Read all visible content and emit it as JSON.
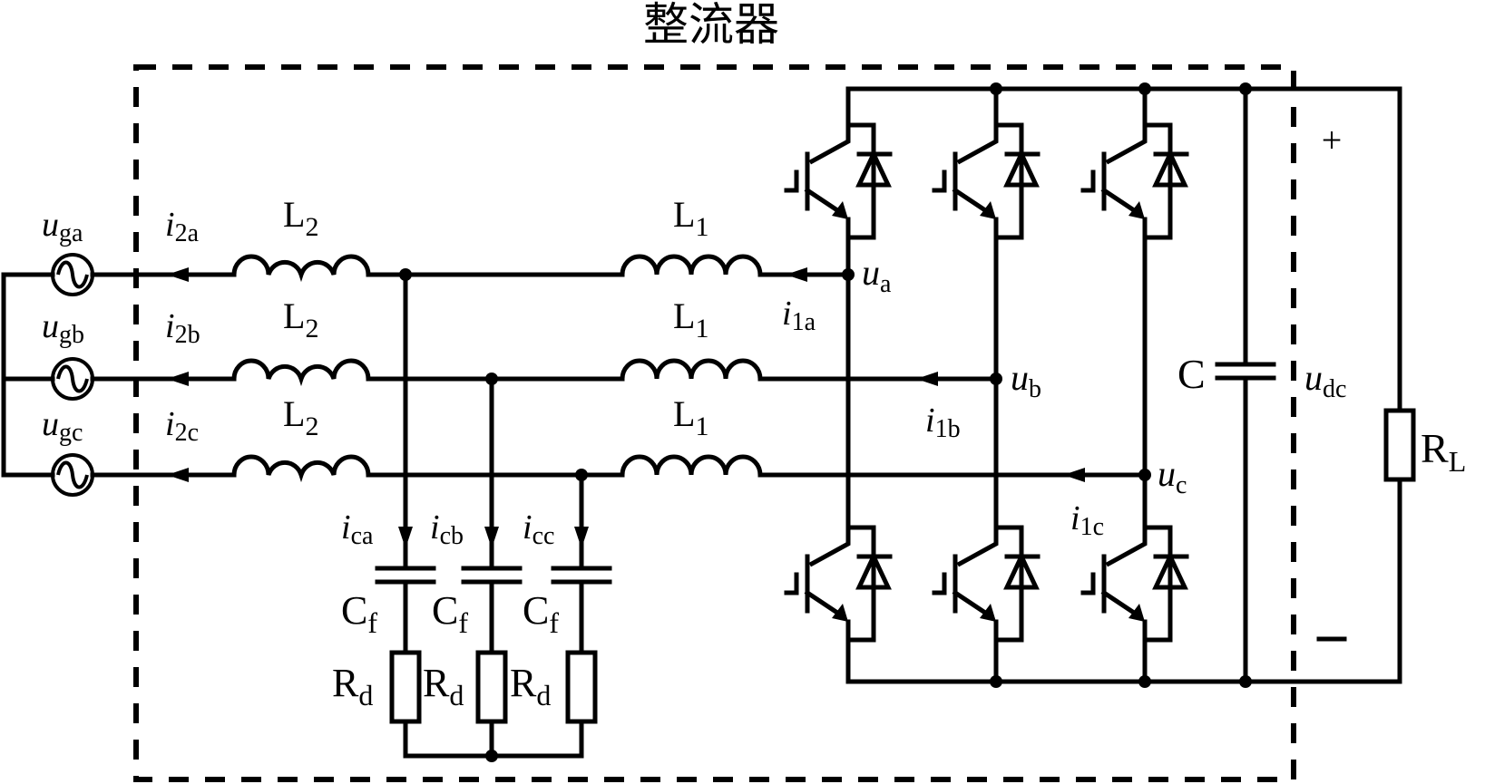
{
  "title": "整流器",
  "sources": [
    {
      "name": "u",
      "sub": "ga"
    },
    {
      "name": "u",
      "sub": "gb"
    },
    {
      "name": "u",
      "sub": "gc"
    }
  ],
  "grid_currents": [
    {
      "name": "i",
      "sub": "2a"
    },
    {
      "name": "i",
      "sub": "2b"
    },
    {
      "name": "i",
      "sub": "2c"
    }
  ],
  "grid_inductors": [
    {
      "name": "L",
      "sub": "2"
    },
    {
      "name": "L",
      "sub": "2"
    },
    {
      "name": "L",
      "sub": "2"
    }
  ],
  "converter_inductors": [
    {
      "name": "L",
      "sub": "1"
    },
    {
      "name": "L",
      "sub": "1"
    },
    {
      "name": "L",
      "sub": "1"
    }
  ],
  "converter_currents": [
    {
      "name": "i",
      "sub": "1a"
    },
    {
      "name": "i",
      "sub": "1b"
    },
    {
      "name": "i",
      "sub": "1c"
    }
  ],
  "bridge_voltages": [
    {
      "name": "u",
      "sub": "a"
    },
    {
      "name": "u",
      "sub": "b"
    },
    {
      "name": "u",
      "sub": "c"
    }
  ],
  "filter_currents": [
    {
      "name": "i",
      "sub": "ca"
    },
    {
      "name": "i",
      "sub": "cb"
    },
    {
      "name": "i",
      "sub": "cc"
    }
  ],
  "filter_capacitors": [
    {
      "name": "C",
      "sub": "f"
    },
    {
      "name": "C",
      "sub": "f"
    },
    {
      "name": "C",
      "sub": "f"
    }
  ],
  "damping_resistors": [
    {
      "name": "R",
      "sub": "d"
    },
    {
      "name": "R",
      "sub": "d"
    },
    {
      "name": "R",
      "sub": "d"
    }
  ],
  "dc_link": {
    "capacitor": {
      "name": "C"
    },
    "voltage": {
      "name": "u",
      "sub": "dc"
    },
    "plus": "+",
    "minus": "−",
    "load": {
      "name": "R",
      "sub": "L"
    }
  }
}
